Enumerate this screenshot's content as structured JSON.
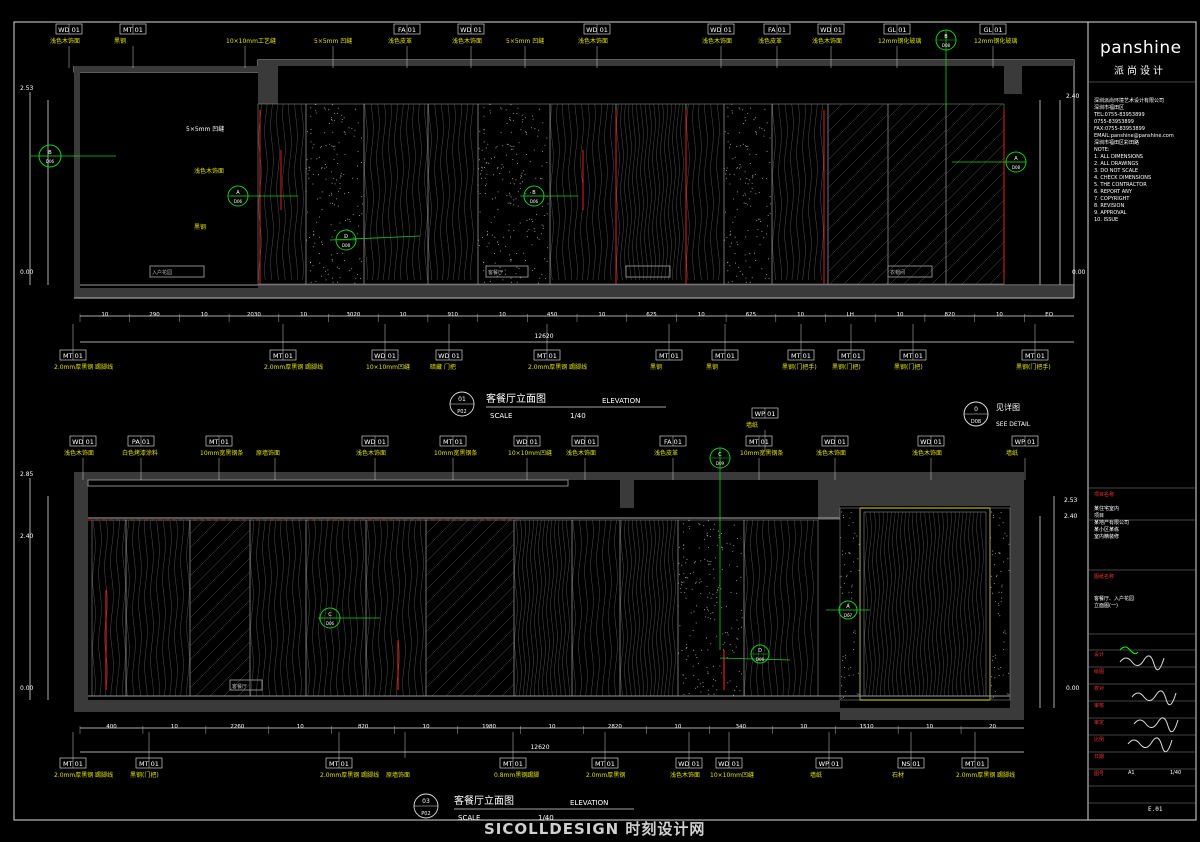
{
  "brand": {
    "logo": "panshine",
    "logo_sub": "派尚设计"
  },
  "watermark": "SICOLLDESIGN 时刻设计网",
  "drawing_no": "E.01",
  "top_view": {
    "title_cn": "客餐厅立面图",
    "title_en": "ELEVATION",
    "scale_label": "SCALE",
    "scale": "1/40",
    "marker_num": "01",
    "marker_sheet": "P02",
    "total_dim": "12620",
    "dims": [
      "10",
      "290",
      "10",
      "2030",
      "10",
      "3020",
      "10",
      "910",
      "10",
      "450",
      "10",
      "625",
      "10",
      "625",
      "10",
      "LH",
      "10",
      "820",
      "10",
      "EQ"
    ],
    "heights": {
      "top": "2.53",
      "mid": "2.40",
      "floor": "0.00",
      "right_top": "2.40",
      "right_floor": "0.00"
    },
    "labels_top": [
      {
        "code": "WD 01",
        "text": "浅色木饰面"
      },
      {
        "code": "MT 01",
        "text": "黑钢"
      },
      {
        "code": "",
        "text": "10×10mm工艺缝"
      },
      {
        "code": "",
        "text": "5×5mm 凹缝"
      },
      {
        "code": "FA 01",
        "text": "浅色皮革"
      },
      {
        "code": "WD 01",
        "text": "浅色木饰面"
      },
      {
        "code": "",
        "text": "5×5mm 凹缝"
      },
      {
        "code": "WD 01",
        "text": "浅色木饰面"
      },
      {
        "code": "WD 01",
        "text": "浅色木饰面"
      },
      {
        "code": "FA 01",
        "text": "浅色皮革"
      },
      {
        "code": "WD 01",
        "text": "浅色木饰面"
      },
      {
        "code": "GL 01",
        "text": "12mm钢化玻璃"
      },
      {
        "code": "GL 01",
        "text": "12mm钢化玻璃"
      }
    ],
    "labels_bottom": [
      {
        "code": "MT 01",
        "text": "2.0mm厚黑钢 踢脚线"
      },
      {
        "code": "MT 01",
        "text": "2.0mm厚黑钢 踢脚线"
      },
      {
        "code": "WD 01",
        "text": "10×10mm凹缝"
      },
      {
        "code": "WD 01",
        "text": "暗藏 门把"
      },
      {
        "code": "MT 01",
        "text": "2.0mm厚黑钢 踢脚线"
      },
      {
        "code": "MT 01",
        "text": "黑钢"
      },
      {
        "code": "MT 01",
        "text": "黑钢"
      },
      {
        "code": "MT 01",
        "text": "黑钢(门把手)"
      },
      {
        "code": "MT 01",
        "text": "黑钢(门把)"
      },
      {
        "code": "MT 01",
        "text": "黑钢(门把)"
      },
      {
        "code": "MT 01",
        "text": "黑钢(门把手)"
      }
    ],
    "inner_notes": [
      "5×5mm 凹缝",
      "浅色木饰面",
      "黑钢",
      "入户花园",
      "客餐厅",
      "衣帽间"
    ],
    "see_detail_cn": "见详图",
    "see_detail_en": "SEE DETAIL",
    "detail_num": "0",
    "detail_sheet": "D08"
  },
  "bottom_view": {
    "title_cn": "客餐厅立面图",
    "title_en": "ELEVATION",
    "scale_label": "SCALE",
    "scale": "1/40",
    "marker_num": "03",
    "marker_sheet": "P02",
    "total_dim": "12620",
    "dims": [
      "400",
      "10",
      "2260",
      "10",
      "820",
      "10",
      "1980",
      "10",
      "2820",
      "10",
      "340",
      "10",
      "1510",
      "10",
      "20"
    ],
    "heights": {
      "top": "2.85",
      "mid": "2.40",
      "floor": "0.00",
      "right_top": "2.53",
      "right_mid": "2.40",
      "right_floor": "0.00"
    },
    "labels_top": [
      {
        "code": "WD 01",
        "text": "浅色木饰面"
      },
      {
        "code": "PA 01",
        "text": "白色烤漆涂料"
      },
      {
        "code": "MT 01",
        "text": "10mm宽黑钢条"
      },
      {
        "code": "",
        "text": "原墙饰面"
      },
      {
        "code": "WD 01",
        "text": "浅色木饰面"
      },
      {
        "code": "MT 01",
        "text": "10mm宽黑钢条"
      },
      {
        "code": "WD 01",
        "text": "10×10mm凹缝"
      },
      {
        "code": "WD 01",
        "text": "浅色木饰面"
      },
      {
        "code": "FA 01",
        "text": "浅色皮革"
      },
      {
        "code": "WP 01",
        "text": "墙纸"
      },
      {
        "code": "MT 01",
        "text": "10mm宽黑钢条"
      },
      {
        "code": "WD 01",
        "text": "浅色木饰面"
      },
      {
        "code": "WD 01",
        "text": "浅色木饰面"
      },
      {
        "code": "WP 01",
        "text": "墙纸"
      }
    ],
    "labels_bottom": [
      {
        "code": "MT 01",
        "text": "2.0mm厚黑钢 踢脚线"
      },
      {
        "code": "MT 01",
        "text": "黑钢(门把)"
      },
      {
        "code": "MT 01",
        "text": "2.0mm厚黑钢 踢脚线"
      },
      {
        "code": "",
        "text": "原墙饰面"
      },
      {
        "code": "MT 01",
        "text": "0.8mm黑钢踢脚"
      },
      {
        "code": "WD 01",
        "text": "浅色木饰面"
      },
      {
        "code": "MT 01",
        "text": "2.0mm厚黑钢"
      },
      {
        "code": "WD 01",
        "text": "10×10mm凹缝"
      },
      {
        "code": "WP 01",
        "text": "墙纸"
      },
      {
        "code": "NS 01",
        "text": "石材"
      },
      {
        "code": "MT 01",
        "text": "2.0mm厚黑钢 踢脚线"
      }
    ],
    "inner_notes": [
      "客餐厅"
    ]
  },
  "title_block": {
    "company_lines": [
      "深圳派尚环境艺术设计有限公司",
      "深圳市福田区",
      "TEL:0755-83953899",
      "0755-83953899",
      "FAX:0755-83953899",
      "EMAIL:panshine@panshine.com",
      "深圳市福田区彩田路",
      "NOTE:",
      "1. ALL DIMENSIONS",
      "2. ALL DRAWINGS",
      "3. DO NOT SCALE",
      "4. CHECK DIMENSIONS",
      "5. THE CONTRACTOR",
      "6. REPORT ANY",
      "7. COPYRIGHT",
      "8. REVISION",
      "9. APPROVAL",
      "10. ISSUE"
    ],
    "project_label": "项目名称",
    "project_lines": [
      "某住宅室内",
      "项目",
      "某地产有限公司",
      "某小区某栋",
      "室内精装修"
    ],
    "drawing_label": "图纸名称",
    "drawing_lines": [
      "客餐厅、入户花园",
      "立面图(一)"
    ],
    "rows": [
      "设计",
      "绘图",
      "校对",
      "审核",
      "审定",
      "比例",
      "日期",
      "图号"
    ],
    "rev": "A1",
    "scale_val": "1/40"
  },
  "colors": {
    "line_white": "#ffffff",
    "line_gray": "#9a9a9a",
    "dim_yellow": "#e0e000",
    "leader": "#cccccc",
    "red": "#e02020",
    "green": "#10d010",
    "accent_yellow": "#ffff40",
    "wall_fill": "#3a3a3a"
  }
}
